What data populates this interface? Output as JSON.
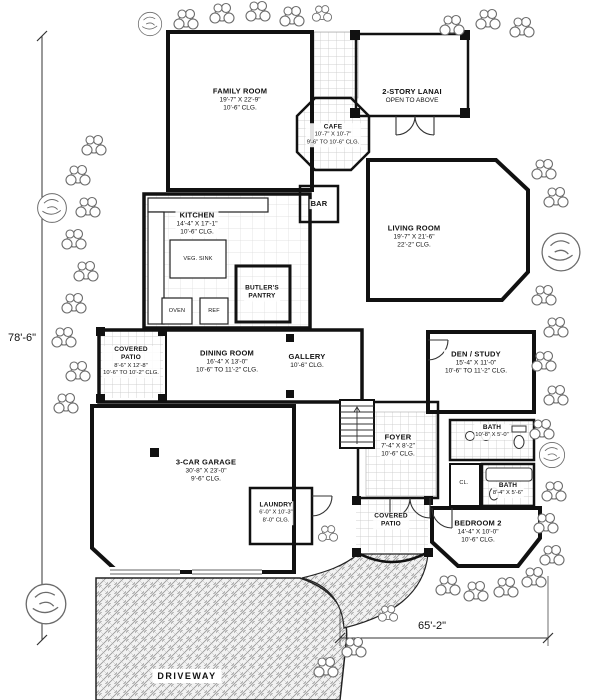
{
  "plan": {
    "overall_height": "78'-6\"",
    "overall_width": "65'-2\"",
    "driveway": "DRIVEWAY"
  },
  "rooms": {
    "family": {
      "name": "FAMILY ROOM",
      "size": "19'-7\" X 22'-9\"",
      "clg": "10'-6\" CLG."
    },
    "lanai": {
      "name": "2-STORY LANAI",
      "note": "OPEN TO ABOVE"
    },
    "cafe": {
      "name": "CAFE",
      "size": "10'-7\" X 10'-7\"",
      "clg": "9'-6\" TO 10'-6\" CLG."
    },
    "kitchen": {
      "name": "KITCHEN",
      "size": "14'-4\" X 17'-1\"",
      "clg": "10'-6\" CLG."
    },
    "bar": {
      "name": "BAR"
    },
    "living": {
      "name": "LIVING ROOM",
      "size": "19'-7\" X 21'-6\"",
      "clg": "22'-2\" CLG."
    },
    "butlers": {
      "name1": "BUTLER'S",
      "name2": "PANTRY"
    },
    "patio_left": {
      "name1": "COVERED",
      "name2": "PATIO",
      "size": "8'-6\" X 12'-8\"",
      "clg": "10'-6\" TO 10'-2\" CLG."
    },
    "dining": {
      "name": "DINING ROOM",
      "size": "16'-4\" X 13'-0\"",
      "clg": "10'-6\" TO 11'-2\" CLG."
    },
    "gallery": {
      "name": "GALLERY",
      "clg": "10'-6\" CLG."
    },
    "den": {
      "name": "DEN / STUDY",
      "size": "15'-4\" X 11'-0\"",
      "clg": "10'-6\" TO 11'-2\" CLG."
    },
    "foyer": {
      "name": "FOYER",
      "size": "7'-4\" X 8'-2\"",
      "clg": "10'-6\" CLG."
    },
    "bath1": {
      "name": "BATH",
      "size": "10'-8\" X 5'-0\""
    },
    "bath2": {
      "name": "BATH",
      "size": "8'-4\" X 5'-6\""
    },
    "bedroom2": {
      "name": "BEDROOM 2",
      "size": "14'-4\" X 10'-0\"",
      "clg": "10'-6\" CLG."
    },
    "garage": {
      "name": "3-CAR GARAGE",
      "size": "30'-8\" X 23'-0\"",
      "clg": "9'-6\" CLG."
    },
    "laundry": {
      "name": "LAUNDRY",
      "size": "6'-0\" X 10'-3\"",
      "clg": "8'-0\" CLG."
    },
    "patio_bottom": {
      "name1": "COVERED",
      "name2": "PATIO"
    }
  },
  "fixtures": {
    "oven": "OVEN",
    "ref": "REF",
    "island_sink": "VEG. SINK",
    "closet": "CL."
  },
  "colors": {
    "wall": "#111111",
    "tile_line": "#c4c4c4",
    "brick_line": "#979797",
    "vegetation": "#6b6b6b"
  }
}
